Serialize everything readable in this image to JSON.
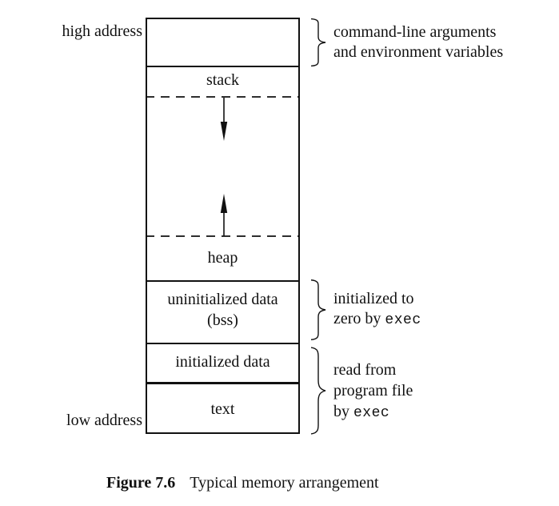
{
  "figure": {
    "caption_label": "Figure 7.6",
    "caption_title": "Typical memory arrangement"
  },
  "diagram": {
    "address_labels": {
      "high": "high address",
      "low": "low address"
    },
    "segments": {
      "stack": "stack",
      "heap": "heap",
      "bss_line1": "uninitialized data",
      "bss_line2": "(bss)",
      "initialized_data": "initialized data",
      "text": "text"
    },
    "annotations": {
      "args": {
        "line1": "command-line arguments",
        "line2": "and environment variables"
      },
      "bss": {
        "line1": "initialized to",
        "line2_prefix": "zero by ",
        "line2_code": "exec"
      },
      "program_file": {
        "line1": "read from",
        "line2": "program file",
        "line3_prefix": "by ",
        "line3_code": "exec"
      }
    },
    "colors": {
      "ink": "#111111",
      "background": "#ffffff"
    }
  }
}
